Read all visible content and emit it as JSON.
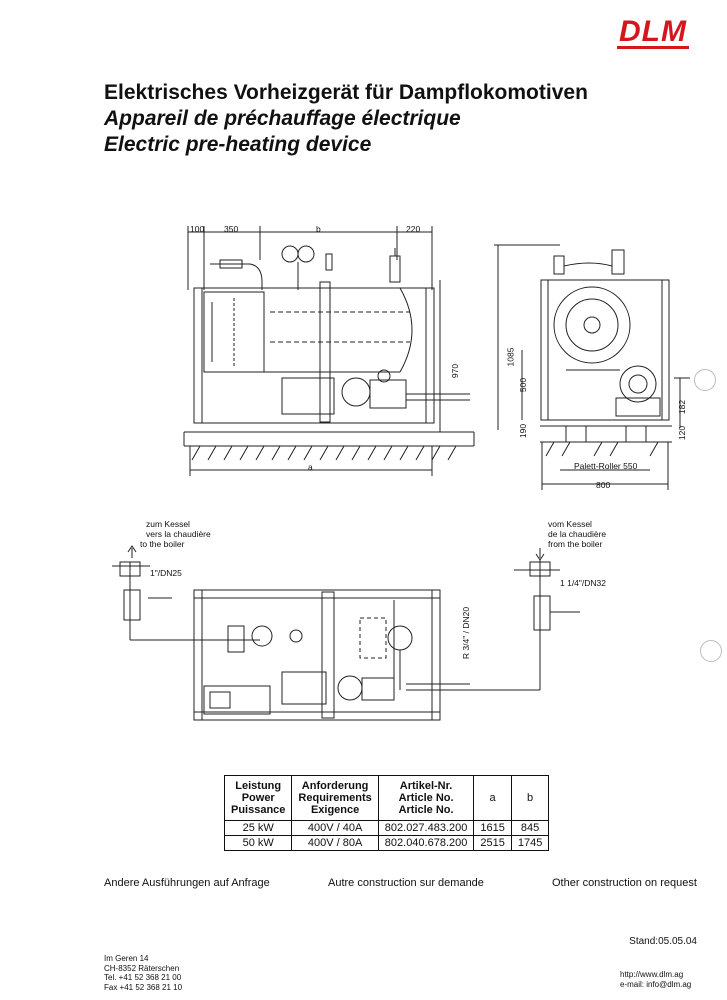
{
  "logo": "DLM",
  "titles": {
    "de": "Elektrisches Vorheizgerät für Dampflokomotiven",
    "fr": "Appareil de préchauffage électrique",
    "en": "Electric pre-heating device"
  },
  "drawing": {
    "dims": {
      "d100": "100",
      "d350": "350",
      "b": "b",
      "d220": "220",
      "a": "a",
      "d970": "970",
      "d1085": "1085",
      "d500": "500",
      "d190": "190",
      "d182": "182",
      "d120": "120",
      "palett": "Palett-Roller  550",
      "d800": "800"
    },
    "pipes": {
      "dn25": "1\"/DN25",
      "dn20": "R 3/4\" / DN20",
      "dn32": "1 1/4\"/DN32"
    },
    "to_boiler": [
      "zum Kessel",
      "vers la chaudière",
      "to the boiler"
    ],
    "from_boiler": [
      "vom Kessel",
      "de la chaudière",
      "from the boiler"
    ]
  },
  "table": {
    "headers": [
      [
        "Leistung",
        "Power",
        "Puissance"
      ],
      [
        "Anforderung",
        "Requirements",
        "Exigence"
      ],
      [
        "Artikel-Nr.",
        "Article No.",
        "Article No."
      ],
      [
        "a"
      ],
      [
        "b"
      ]
    ],
    "rows": [
      [
        "25 kW",
        "400V / 40A",
        "802.027.483.200",
        "1615",
        "845"
      ],
      [
        "50 kW",
        "400V / 80A",
        "802.040.678.200",
        "2515",
        "1745"
      ]
    ]
  },
  "footer": {
    "de": "Andere Ausführungen auf Anfrage",
    "fr": "Autre construction sur demande",
    "en": "Other construction on request",
    "stand": "Stand:05.05.04",
    "address": [
      "Im Geren 14",
      "CH-8352 Räterschen",
      "Tel. +41 52 368 21 00",
      "Fax +41 52 368 21 10"
    ],
    "web": [
      "http://www.dlm.ag",
      "e-mail: info@dlm.ag"
    ]
  }
}
